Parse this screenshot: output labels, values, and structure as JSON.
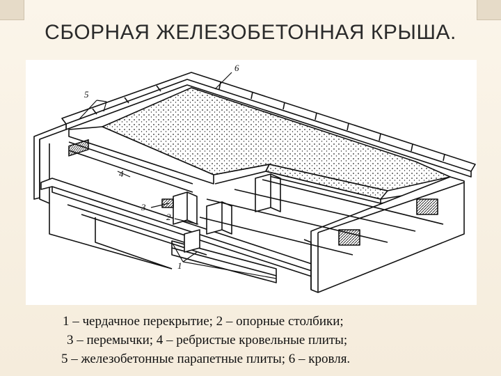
{
  "slide": {
    "title": "СБОРНАЯ ЖЕЛЕЗОБЕТОННАЯ КРЫША."
  },
  "figure": {
    "callouts": {
      "c1": "1",
      "c2": "2",
      "c3": "3",
      "c4": "4",
      "c5": "5",
      "c6": "6"
    }
  },
  "caption": {
    "line1": "1 – чердачное перекрытие; 2 – опорные столбики;",
    "line2": "3 – перемычки; 4 – ребристые кровельные плиты;",
    "line3": "5 – железобетонные парапетные плиты; 6 – кровля."
  }
}
